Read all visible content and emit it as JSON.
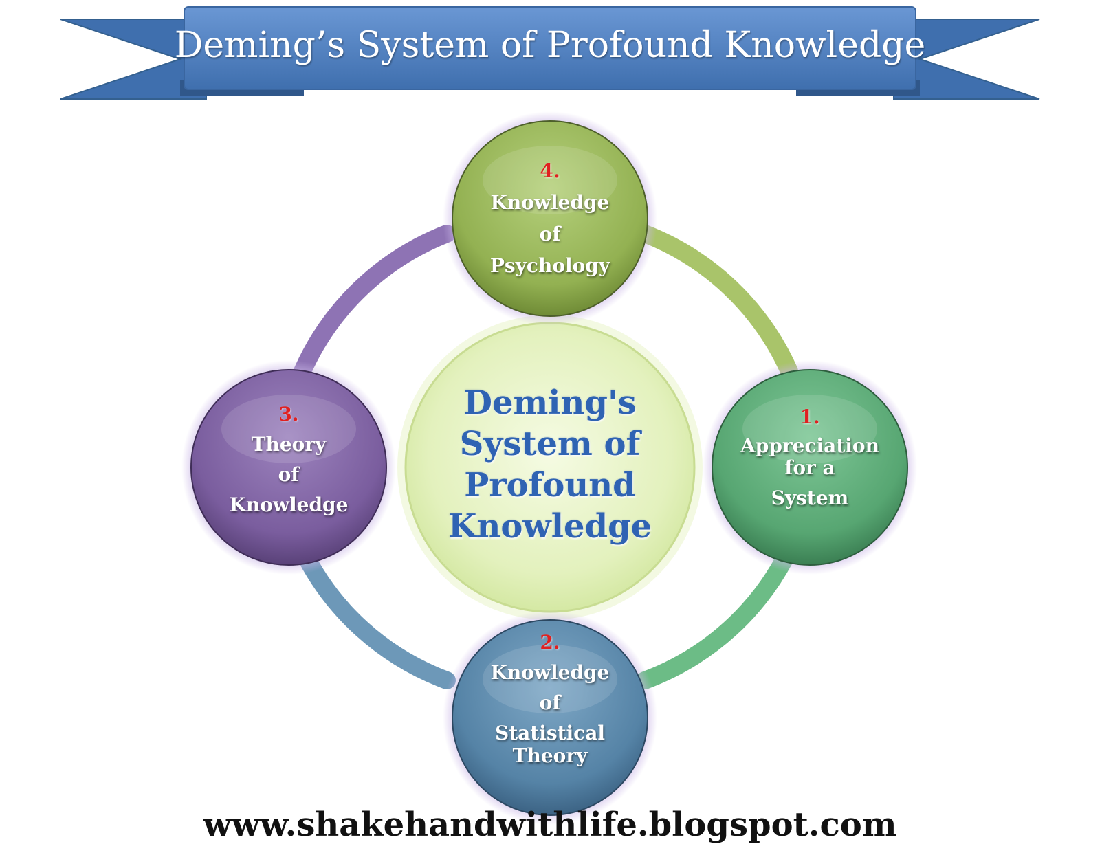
{
  "banner": {
    "title": "Deming’s  System of Profound Knowledge"
  },
  "center": {
    "lines": [
      "Deming's",
      "System of",
      "Profound",
      "Knowledge"
    ]
  },
  "nodes": {
    "top": {
      "number": "4.",
      "lines": [
        "Knowledge",
        "of",
        "Psychology"
      ]
    },
    "right": {
      "number": "1.",
      "lines": [
        "Appreciation",
        "for a",
        "System"
      ]
    },
    "bottom": {
      "number": "2.",
      "lines": [
        "Knowledge",
        "of",
        "Statistical",
        "Theory"
      ]
    },
    "left": {
      "number": "3.",
      "lines": [
        "Theory",
        "of",
        "Knowledge"
      ]
    }
  },
  "footer": {
    "url": "www.shakehandwithlife.blogspot.com"
  },
  "colors": {
    "banner": "#4f7fc0",
    "node_top": "#9bbb59",
    "node_right": "#5fae7a",
    "node_bottom": "#5b88aa",
    "node_left": "#8064a2",
    "center": "#e6f3c2",
    "number": "#e02020"
  }
}
